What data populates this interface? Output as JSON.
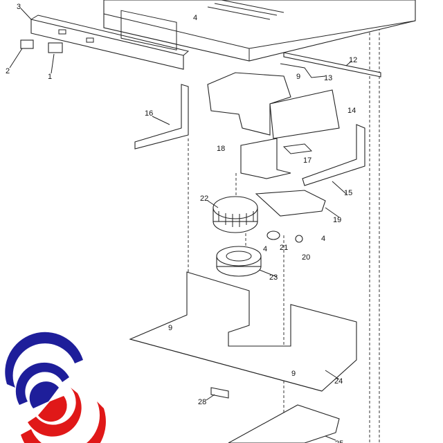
{
  "diagram": {
    "part_labels": [
      "3",
      "4",
      "2",
      "1",
      "12",
      "9",
      "13",
      "14",
      "16",
      "18",
      "17",
      "15",
      "22",
      "19",
      "4",
      "21",
      "4",
      "20",
      "23",
      "9",
      "9",
      "24",
      "28",
      "25"
    ],
    "colors": {
      "logo_blue": "#1e1e9a",
      "logo_red": "#e01818",
      "line": "#222222"
    }
  }
}
